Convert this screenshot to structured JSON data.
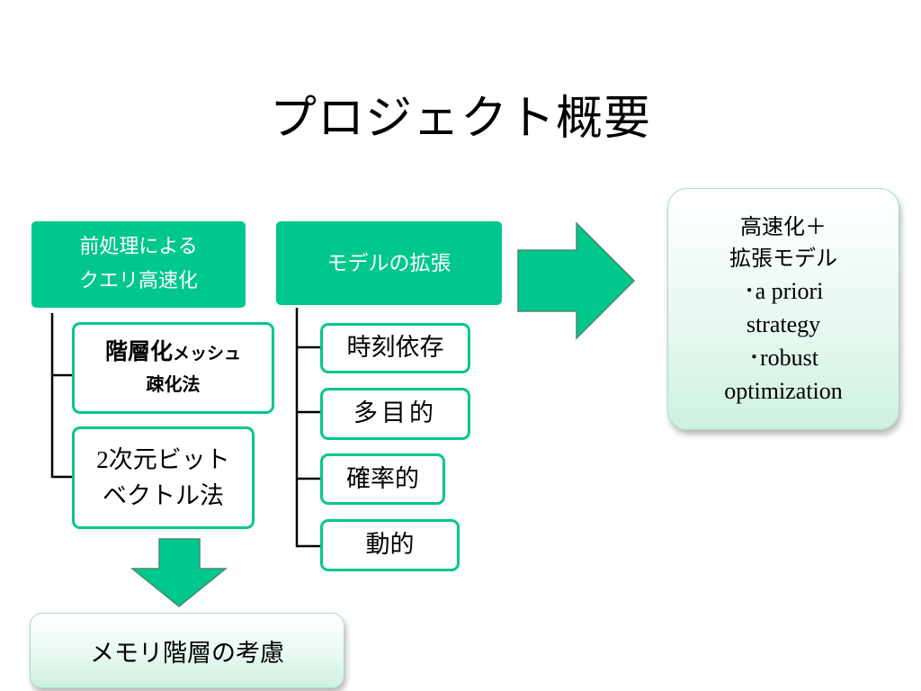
{
  "slide": {
    "title": "プロジェクト概要"
  },
  "left_column": {
    "header_line1": "前処理による",
    "header_line2": "クエリ高速化",
    "items": [
      {
        "main": "階層化",
        "small": "メッシュ",
        "line2": "疎化法"
      },
      {
        "number": "2",
        "text1": "次元ビット",
        "line2": "ベクトル法"
      }
    ]
  },
  "middle_column": {
    "header": "モデルの拡張",
    "items": [
      "時刻依存",
      "多目的",
      "確率的",
      "動的"
    ]
  },
  "right_box": {
    "line1": "高速化＋",
    "line2": "拡張モデル",
    "bullet1_line1": "･a priori",
    "bullet1_line2": "strategy",
    "bullet2_line1": "･robust",
    "bullet2_line2": "optimization"
  },
  "bottom_box": {
    "text": "メモリ階層の考慮"
  },
  "colors": {
    "accent": "#00c78c",
    "arrow": "#00c78c",
    "arrow_border": "#4a8a6e",
    "light_gradient_end": "#cdf1df"
  }
}
